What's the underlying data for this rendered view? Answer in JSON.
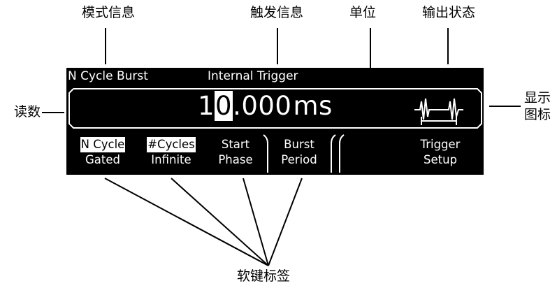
{
  "callouts": {
    "mode_info": "模式信息",
    "trigger_info": "触发信息",
    "unit": "单位",
    "output_status": "输出状态",
    "reading": "读数",
    "display_icon_line1": "显示",
    "display_icon_line2": "图标",
    "softkey_labels": "软键标签"
  },
  "screen": {
    "mode_text": "N Cycle Burst",
    "trigger_text": "Internal Trigger",
    "reading": {
      "digit_before": "1",
      "digit_highlighted": "0",
      "digits_after": ".000",
      "unit": "ms"
    },
    "softkeys": [
      {
        "top": "N Cycle",
        "bottom": "Gated",
        "top_selected": true
      },
      {
        "top": "#Cycles",
        "bottom": "Infinite",
        "top_selected": true
      },
      {
        "top": "Start",
        "bottom": "Phase",
        "top_selected": false
      },
      {
        "top": "Burst",
        "bottom": "Period",
        "top_selected": false
      },
      {
        "top": "",
        "bottom": "",
        "top_selected": false
      },
      {
        "top": "Trigger",
        "bottom": "Setup",
        "top_selected": false
      }
    ]
  },
  "colors": {
    "screen_bg": "#000000",
    "screen_fg": "#ffffff",
    "annotation": "#000000"
  }
}
